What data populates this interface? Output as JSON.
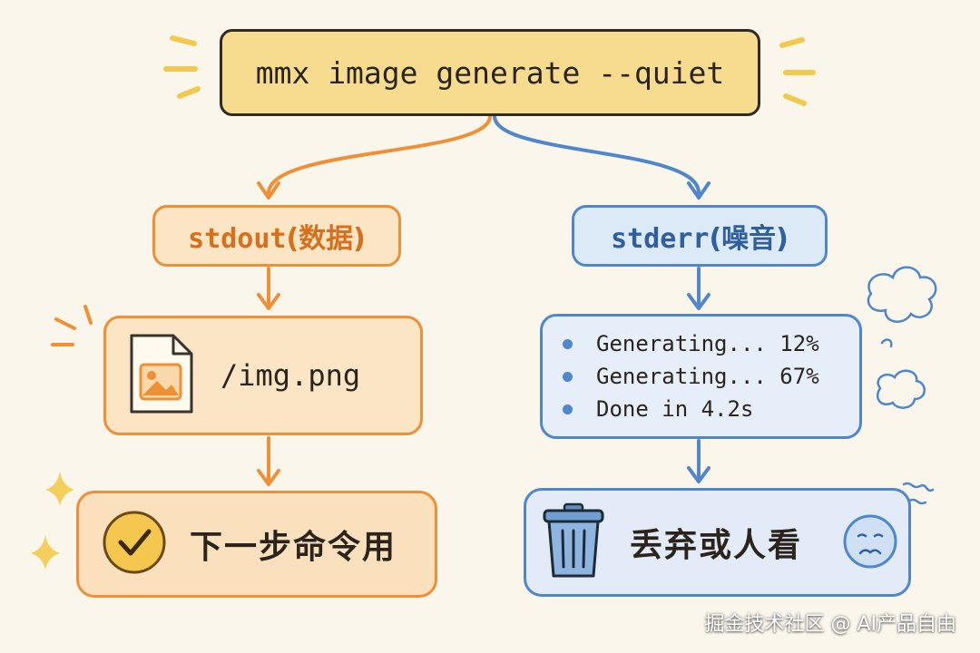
{
  "command": {
    "text": "mmx image generate --quiet"
  },
  "stdout": {
    "label_code": "stdout",
    "label_note": "(数据)",
    "file_name": "/img.png",
    "result_text": "下一步命令用",
    "icons": {
      "file": "image-file-icon",
      "result": "checkmark-circle-icon"
    }
  },
  "stderr": {
    "label_code": "stderr",
    "label_note": "(噪音)",
    "log_lines": [
      "Generating... 12%",
      "Generating... 67%",
      "Done in 4.2s"
    ],
    "result_text": "丢弃或人看",
    "icons": {
      "result": "trash-can-icon",
      "face": "sad-face-icon"
    }
  },
  "watermark": "掘金技术社区 @ AI产品自由",
  "colors": {
    "background": "#fbf6ec",
    "command_fill": "#f7dc8f",
    "stdout_accent": "#ef8f36",
    "stderr_accent": "#4f86cc"
  }
}
